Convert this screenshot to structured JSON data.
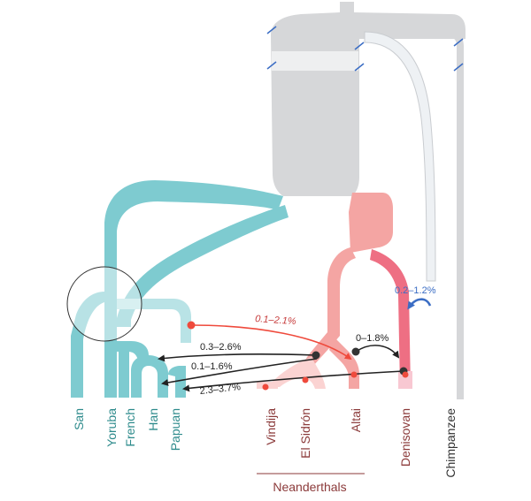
{
  "colors": {
    "modern_human": "#7ecbd0",
    "modern_human_light": "#b9e3e6",
    "neanderthal": "#f4a5a3",
    "neanderthal_light": "#fbd3d2",
    "denisovan": "#ee6f83",
    "ancestral": "#d6d7d9",
    "ancestral_light": "#eeeff0",
    "ghost": "#eef1f4",
    "gene_flow_red": "#ef4a3c",
    "gene_flow_black": "#222222",
    "gene_flow_blue": "#3b6dc4",
    "modern_label": "#2e8b8c",
    "archaic_label": "#8b3a3a",
    "chimp_label": "#333333"
  },
  "populations": {
    "modern": [
      "San",
      "Yoruba",
      "French",
      "Han",
      "Papuan"
    ],
    "neanderthals": [
      "Vindija",
      "El Sidrón",
      "Altai"
    ],
    "denisovan": "Denisovan",
    "outgroup": "Chimpanzee"
  },
  "group_label": "Neanderthals",
  "gene_flow": {
    "neanderthal_to_nonafrican": "0.1–2.1%",
    "neanderthal_to_french": "0.3–2.6%",
    "neanderthal_to_han": "0.1–1.6%",
    "denisovan_to_papuan": "2.3–3.7%",
    "neanderthal_to_denisovan": "0–1.8%",
    "unknown_to_denisovan": "0.2–1.2%"
  }
}
